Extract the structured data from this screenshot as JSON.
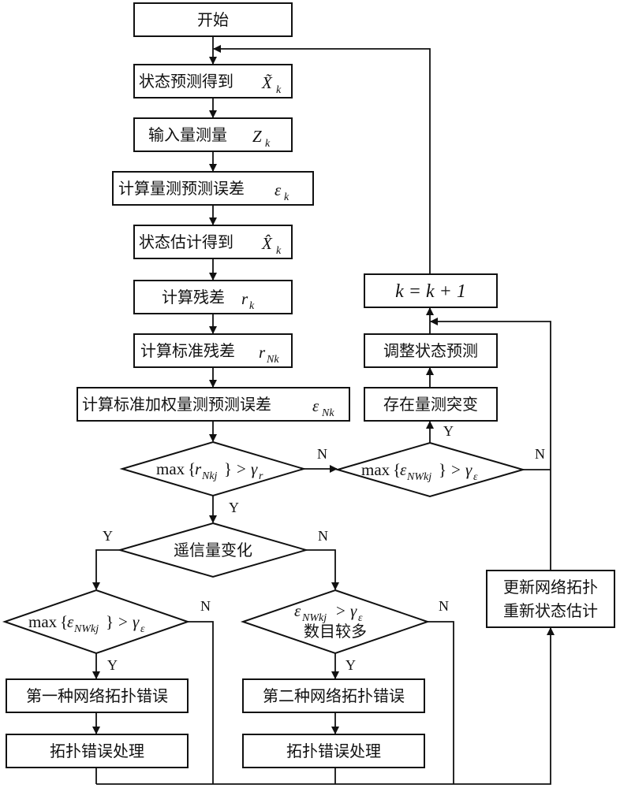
{
  "steps": {
    "start": "开始",
    "state_predict": "状态预测得到",
    "state_predict_var": "X̃",
    "input_measure": "输入量测量",
    "input_measure_var": "Z",
    "calc_pred_error": "计算量测预测误差",
    "calc_pred_error_var": "ε",
    "state_estimate": "状态估计得到",
    "state_estimate_var": "X̂",
    "calc_residual": "计算残差",
    "calc_residual_var": "r",
    "calc_norm_residual": "计算标准残差",
    "calc_norm_residual_var": "r",
    "calc_norm_weighted": "计算标准加权量测预测误差",
    "calc_norm_weighted_var": "ε",
    "sub_k": "k",
    "sub_Nk": "Nk",
    "k_update": "k = k + 1",
    "adjust_predict": "调整状态预测",
    "meas_mutation": "存在量测突变",
    "update_topology_line1": "更新网络拓扑",
    "update_topology_line2": "重新状态估计",
    "error_type1": "第一种网络拓扑错误",
    "error_type2": "第二种网络拓扑错误",
    "topo_handle1": "拓扑错误处理",
    "topo_handle2": "拓扑错误处理"
  },
  "decisions": {
    "d1_max": "max",
    "d1_var": "r",
    "d1_sub": "Nkj",
    "d1_rhs": "γ",
    "d1_rhs_sub": "r",
    "d2_max": "max",
    "d2_var": "ε",
    "d2_sub": "NWkj",
    "d2_rhs": "γ",
    "d2_rhs_sub": "ε",
    "d3_text": "遥信量变化",
    "d4_max": "max",
    "d4_var": "ε",
    "d4_sub": "NWkj",
    "d4_rhs": "γ",
    "d4_rhs_sub": "ε",
    "d5_var": "ε",
    "d5_sub": "NWkj",
    "d5_rhs": "γ",
    "d5_rhs_sub": "ε",
    "d5_line2": "数目较多",
    "gt": ">",
    "brace_open": "{",
    "brace_close": "}"
  },
  "labels": {
    "yes": "Y",
    "no": "N"
  }
}
